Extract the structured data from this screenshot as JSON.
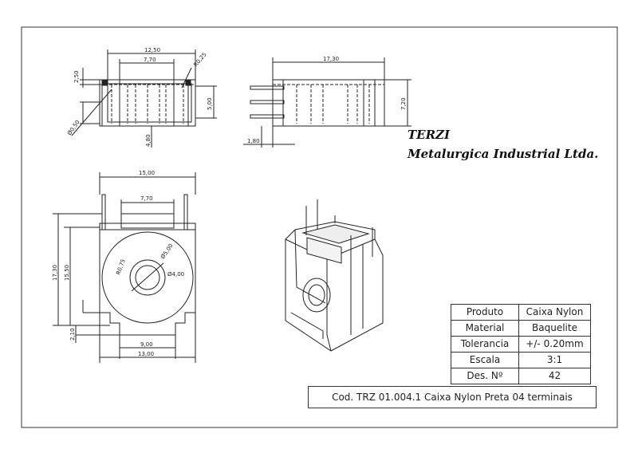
{
  "company": {
    "name": "TERZI",
    "subtitle": "Metalurgica Industrial Ltda."
  },
  "title_block": {
    "rows": [
      {
        "label": "Produto",
        "value": "Caixa Nylon"
      },
      {
        "label": "Material",
        "value": "Baquelite"
      },
      {
        "label": "Tolerancia",
        "value": "+/- 0.20mm"
      },
      {
        "label": "Escala",
        "value": "3:1"
      },
      {
        "label": "Des. Nº",
        "value": "42"
      }
    ],
    "code": "Cod. TRZ 01.004.1 Caixa Nylon Preta 04 terminais"
  },
  "dimensions": {
    "top": {
      "width_outer": "12,50",
      "width_inner": "7,70",
      "height_top": "2,50",
      "radius": "R0,25",
      "height_side": "5,00",
      "depth": "4,80",
      "diameter": "Ø0,50"
    },
    "side": {
      "length": "17,30",
      "height": "7,20",
      "pin": "1,80"
    },
    "front": {
      "width_top": "15,00",
      "width_inner": "7,70",
      "height_total": "17,30",
      "height_inner": "15,50",
      "radius": "R0,75",
      "bore": "Ø5,00",
      "hole": "Ø4,00",
      "base_step": "2,10",
      "width_bottom_inner": "9,00",
      "width_bottom": "13,00"
    }
  }
}
